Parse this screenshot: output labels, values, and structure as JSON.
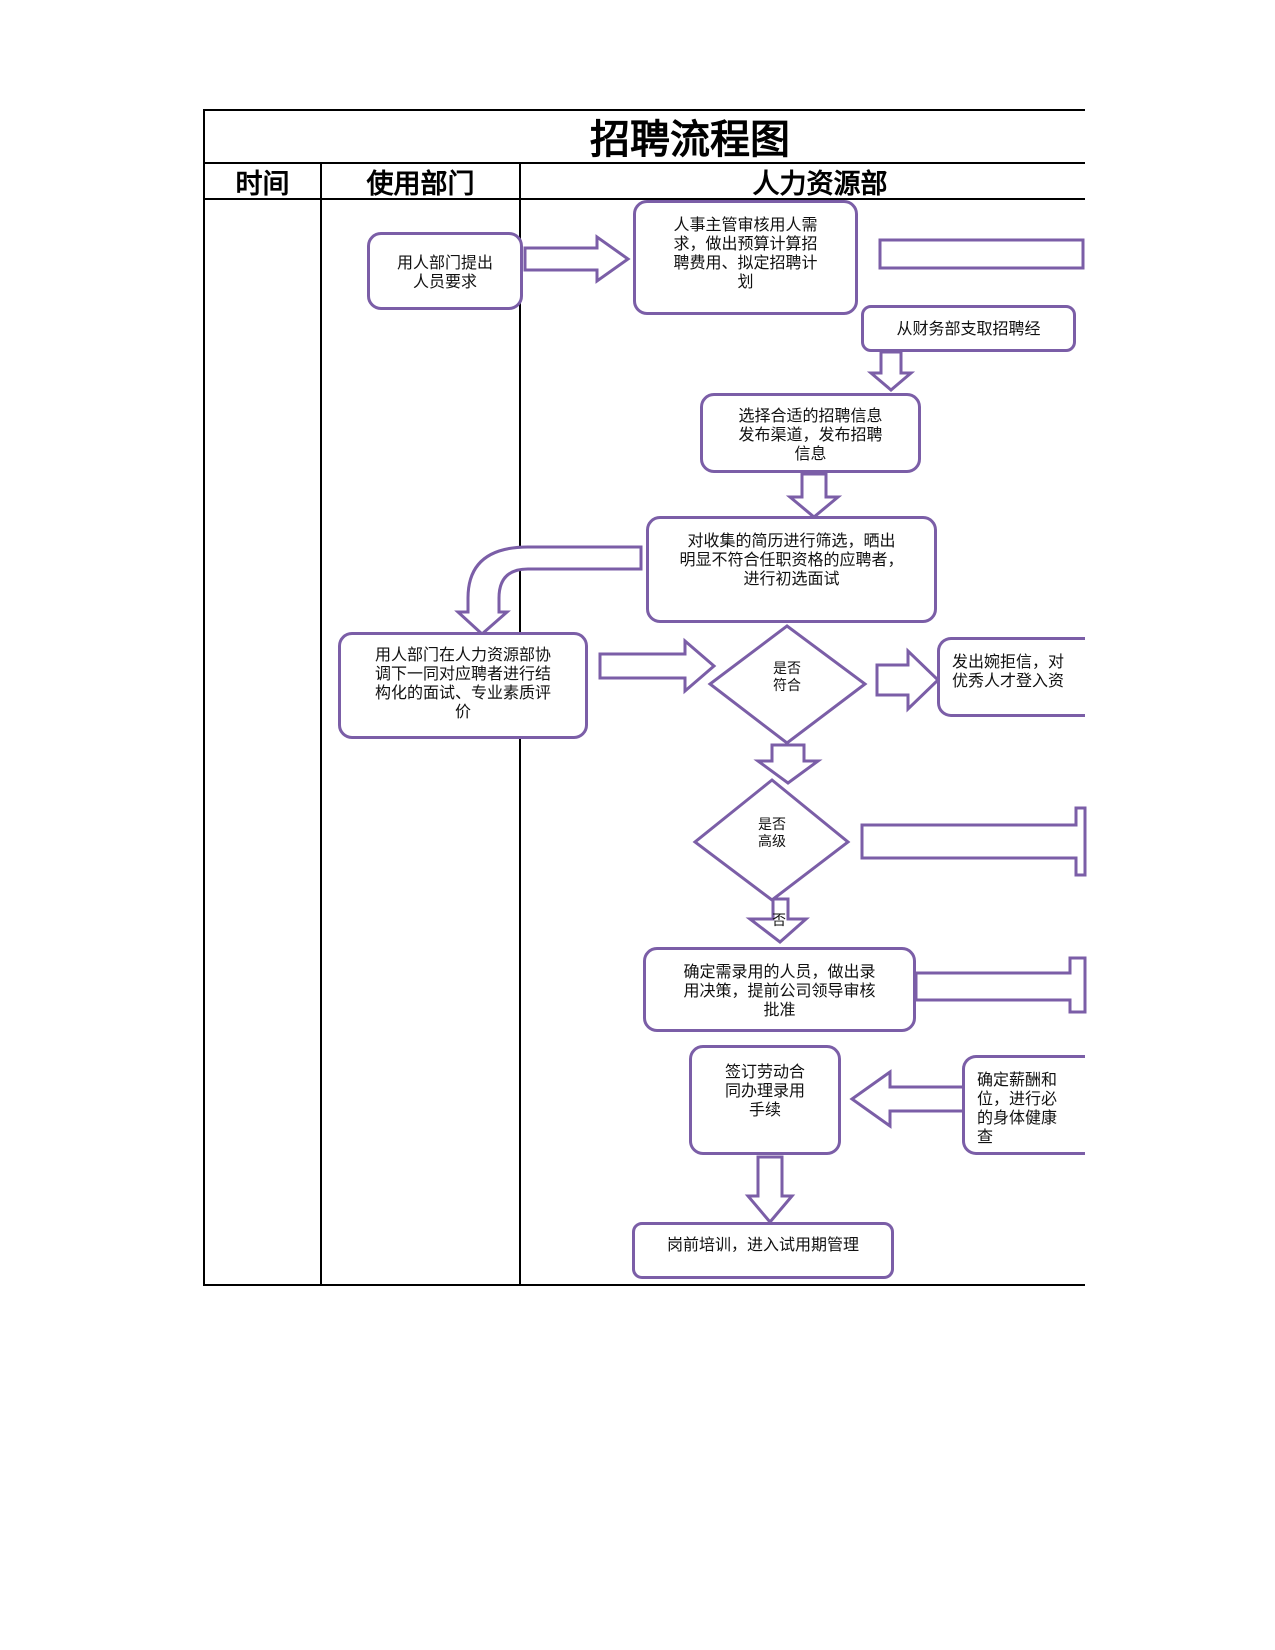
{
  "title": "招聘流程图",
  "columns": {
    "time": "时间",
    "user_dept": "使用部门",
    "hr_dept": "人力资源部"
  },
  "steps": {
    "request": "用人部门提出\n人员要求",
    "review": "人事主管审核用人需\n求，做出预算计算招\n聘费用、拟定招聘计\n划",
    "finance": "从财务部支取招聘经",
    "publish": "选择合适的招聘信息\n发布渠道，发布招聘\n信息",
    "screen": "对收集的简历进行筛选，晒出\n明显不符合任职资格的应聘者，\n进行初选面试",
    "interview": "用人部门在人力资源部协\n调下一同对应聘者进行结\n构化的面试、专业素质评\n价",
    "decision_fit": "是否\n符合",
    "reject": "发出婉拒信，对\n优秀人才登入资",
    "decision_senior": "是否\n高级",
    "no_label": "否",
    "hire_decision": "确定需录用的人员，做出录\n用决策，提前公司领导审核\n批准",
    "contract": "签订劳动合\n同办理录用\n手续",
    "salary": "确定薪酬和\n位，进行必\n的身体健康\n查",
    "training": "岗前培训，进入试用期管理"
  },
  "colors": {
    "shape_stroke": "#7b5ea7",
    "grid_line": "#000000"
  }
}
